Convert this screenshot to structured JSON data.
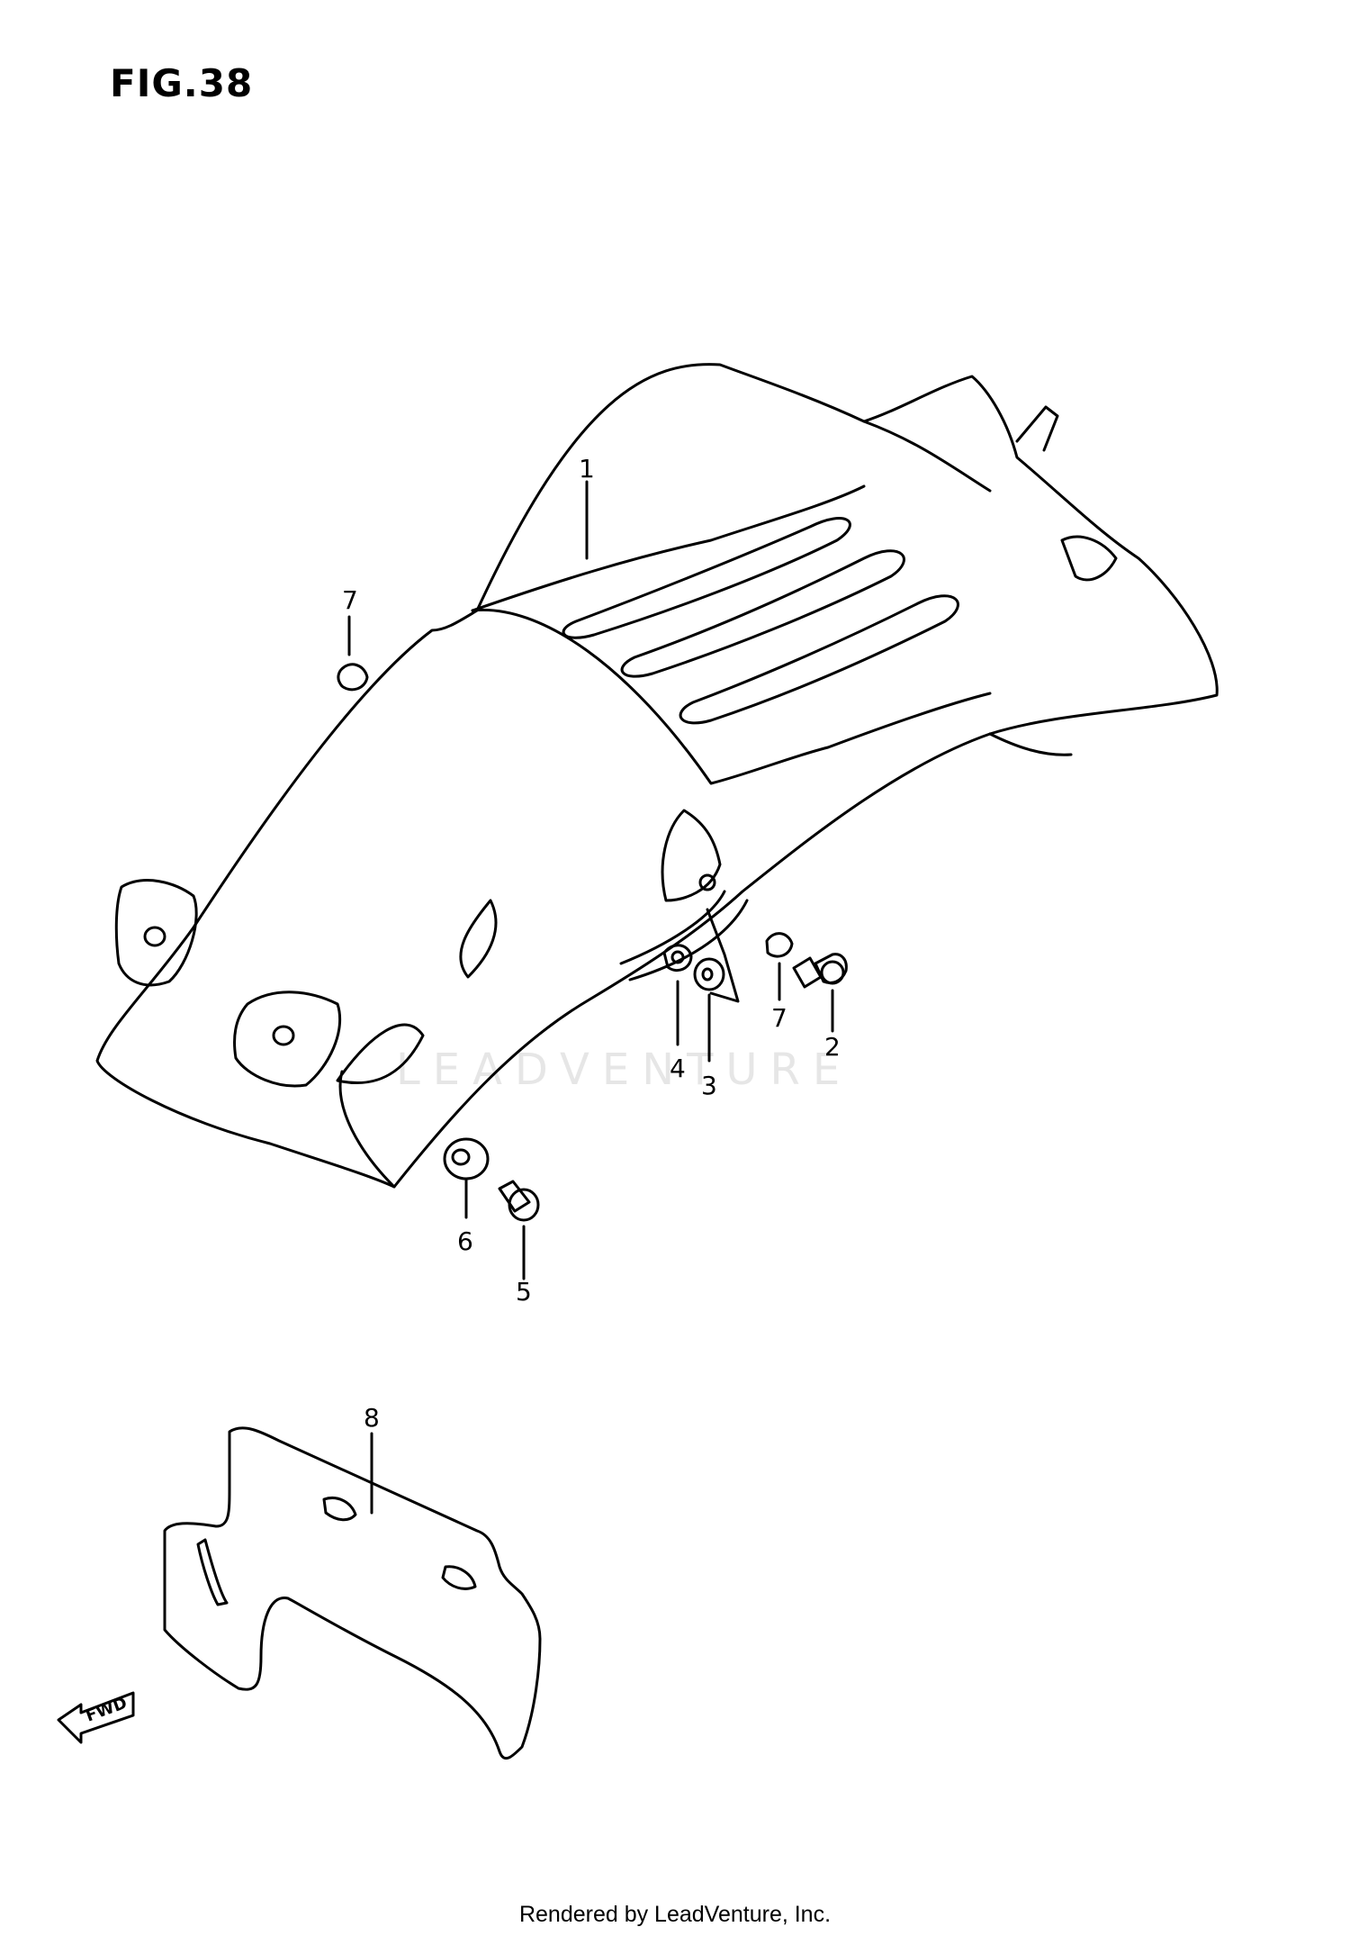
{
  "figure": {
    "title": "FIG.38"
  },
  "watermark": {
    "text": "LEADVENTURE"
  },
  "footer": {
    "text": "Rendered by LeadVenture, Inc."
  },
  "fwd_arrow": {
    "label": "FWD"
  },
  "callouts": [
    {
      "id": "1",
      "label": "1"
    },
    {
      "id": "7a",
      "label": "7"
    },
    {
      "id": "7b",
      "label": "7"
    },
    {
      "id": "2",
      "label": "2"
    },
    {
      "id": "4",
      "label": "4"
    },
    {
      "id": "3",
      "label": "3"
    },
    {
      "id": "6",
      "label": "6"
    },
    {
      "id": "5",
      "label": "5"
    },
    {
      "id": "8",
      "label": "8"
    }
  ],
  "colors": {
    "line": "#000000",
    "background": "#ffffff",
    "watermark": "#e6e6e6"
  }
}
